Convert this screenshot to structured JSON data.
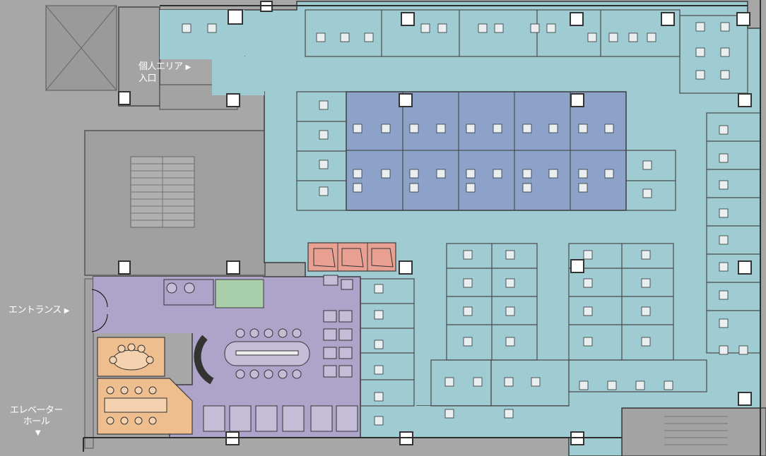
{
  "labels": {
    "private_area_line1": "個人エリア",
    "private_area_line2": "入口",
    "entrance": "エントランス",
    "elevator_line1": "エレベーター",
    "elevator_line2": "ホール",
    "arrow_right": "▶",
    "arrow_down": "▼"
  },
  "zones": {
    "open_office": {
      "color": "#9fcbd3"
    },
    "focus_block": {
      "color": "#8ca2c8"
    },
    "lounge": {
      "color": "#aea3c8"
    },
    "phone_booths": {
      "color": "#e8a093"
    },
    "meeting_rooms": {
      "color": "#efbe8f"
    },
    "reception_storage": {
      "color": "#a9ceac"
    },
    "core": {
      "color": "#a7a7a7"
    },
    "walls": {
      "color": "#3c3c3c"
    }
  }
}
